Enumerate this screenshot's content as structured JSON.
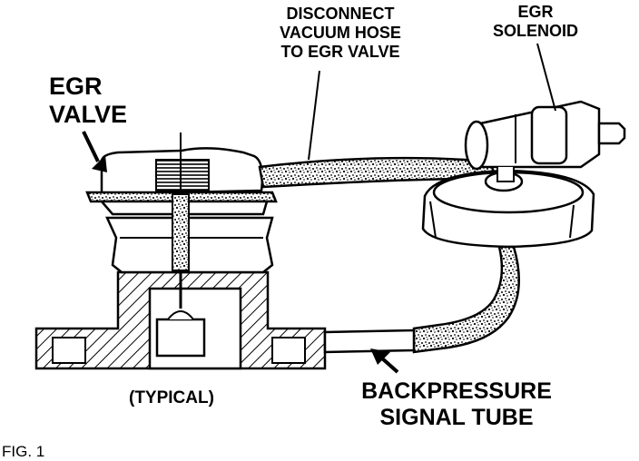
{
  "figure": {
    "label": "FIG. 1"
  },
  "labels": {
    "egr_valve_line1": "EGR",
    "egr_valve_line2": "VALVE",
    "egr_solenoid_line1": "EGR",
    "egr_solenoid_line2": "SOLENOID",
    "disconnect_line1": "DISCONNECT",
    "disconnect_line2": "VACUUM HOSE",
    "disconnect_line3": "TO EGR VALVE",
    "typical": "(TYPICAL)",
    "backpressure_line1": "BACKPRESSURE",
    "backpressure_line2": "SIGNAL TUBE"
  },
  "colors": {
    "ink": "#000000",
    "paper": "#ffffff"
  }
}
